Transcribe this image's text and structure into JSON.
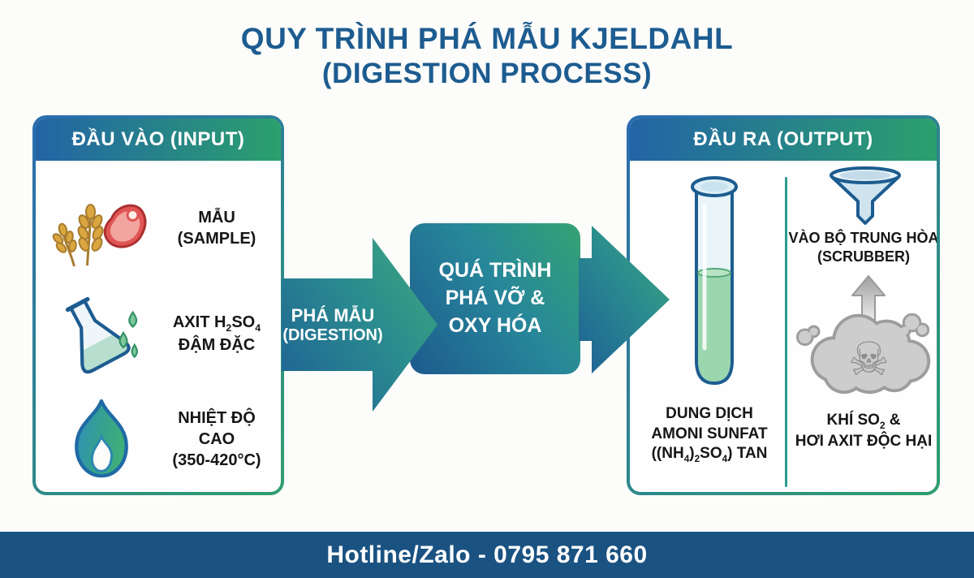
{
  "title": {
    "line1": "QUY TRÌNH PHÁ MẪU KJELDAHL",
    "line2": "(DIGESTION PROCESS)"
  },
  "input_panel": {
    "header": "ĐẦU VÀO (INPUT)",
    "sample": {
      "line1": "MẪU",
      "line2": "(SAMPLE)"
    },
    "acid": {
      "l1a": "AXIT H",
      "l1sub1": "2",
      "l1b": "SO",
      "l1sub2": "4",
      "line2": "ĐẬM ĐẶC"
    },
    "heat": {
      "line1": "NHIỆT ĐỘ CAO",
      "line2": "(350-420°C)"
    }
  },
  "flow": {
    "arrow1": {
      "line1": "PHÁ MẪU",
      "line2": "(DIGESTION)"
    },
    "process_box": {
      "line1": "QUÁ TRÌNH",
      "line2": "PHÁ VỠ &",
      "line3": "OXY HÓA"
    }
  },
  "output_panel": {
    "header": "ĐẦU RA (OUTPUT)",
    "solution": {
      "line1": "DUNG DỊCH",
      "line2": "AMONI SUNFAT",
      "l3a": "((NH",
      "l3sub1": "4",
      "l3b": ")",
      "l3sub2": "2",
      "l3c": "SO",
      "l3sub3": "4",
      "l3d": ") TAN"
    },
    "scrubber": {
      "line1": "VÀO BỘ TRUNG HÒA",
      "line2": "(SCRUBBER)"
    },
    "gas": {
      "l1a": "KHÍ SO",
      "l1sub1": "2",
      "l1b": " &",
      "line2": "HƠI AXIT ĐỘC HẠI",
      "skull_glyph": "☠"
    }
  },
  "footer": {
    "text": "Hotline/Zalo - 0795 871 660"
  },
  "icons": {
    "input_sample": [
      "wheat-icon",
      "meat-icon"
    ],
    "input_acid": "flask-icon",
    "input_heat": "flame-icon",
    "output_solution": "test-tube-icon",
    "output_scrubber": "funnel-icon",
    "output_gas": [
      "smoke-cloud-icon",
      "skull-crossbones-icon",
      "up-arrow-icon"
    ]
  },
  "colors": {
    "title_blue": "#1d5c90",
    "header_gradient": [
      "#2264a6",
      "#2ba06d"
    ],
    "panel_border_gradient": [
      "#2b6cb0",
      "#2f9e6e"
    ],
    "flow_gradient": [
      "#1e5f95",
      "#2a8b8f",
      "#3ea97b"
    ],
    "divider_teal": "#2a9d8f",
    "footer_bg": "#1a5282",
    "liquid_green": "#9ad6ae",
    "cloud_gray": "#cdcdcd"
  }
}
